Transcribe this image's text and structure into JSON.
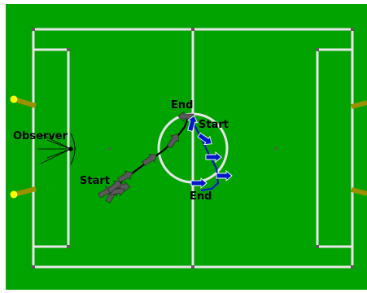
{
  "colors": {
    "pitch": "#00a300",
    "lines": "#e6e6e6",
    "goal_posts": "#9a9000",
    "post_tips": "#ffff00",
    "path_black": "#000000",
    "path_blue": "#0018c8",
    "pose_gray": "#595959",
    "pose_blue": "#0018c8",
    "observer_fov": "#000000"
  },
  "labels": {
    "observer": "Observer",
    "black_start": "Start",
    "black_end": "End",
    "blue_start": "Start",
    "blue_end": "End"
  },
  "icons": {
    "pose_marker": "arrow-icon",
    "observer_marker": "field-of-view-icon"
  }
}
